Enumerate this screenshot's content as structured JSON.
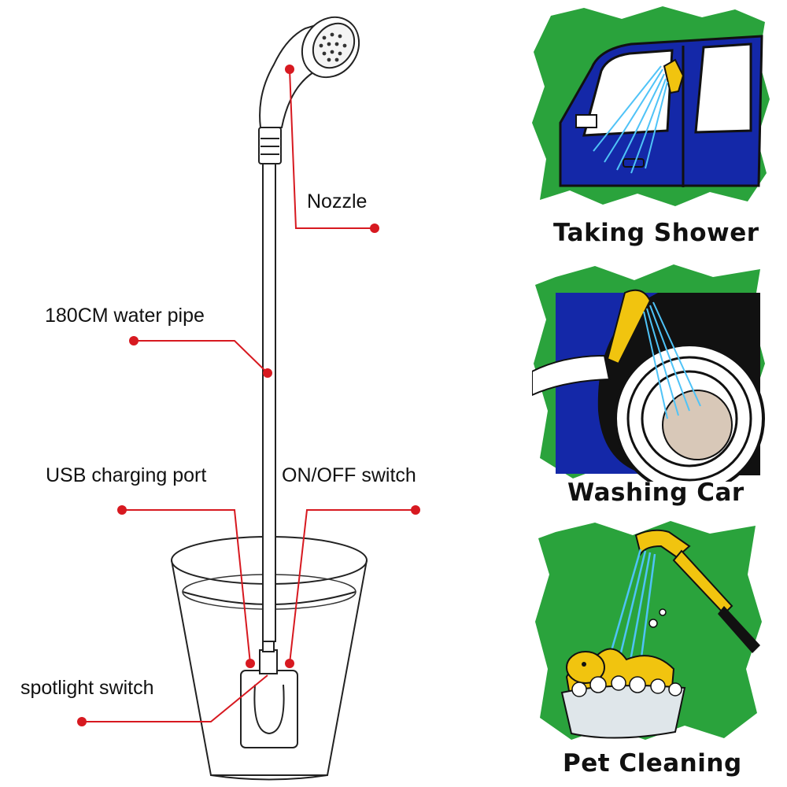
{
  "callouts": {
    "nozzle": "Nozzle",
    "water_pipe": "180CM water pipe",
    "usb_port": "USB charging port",
    "power_switch": "ON/OFF switch",
    "spotlight_switch": "spotlight switch"
  },
  "uses": [
    {
      "caption": "Taking Shower"
    },
    {
      "caption": "Washing Car"
    },
    {
      "caption": "Pet Cleaning"
    }
  ],
  "colors": {
    "callout_red": "#d71920",
    "panel_green": "#2aa33c",
    "car_blue": "#1428a8",
    "shower_yellow": "#f1c40f",
    "water_blue": "#4fc3f7"
  }
}
